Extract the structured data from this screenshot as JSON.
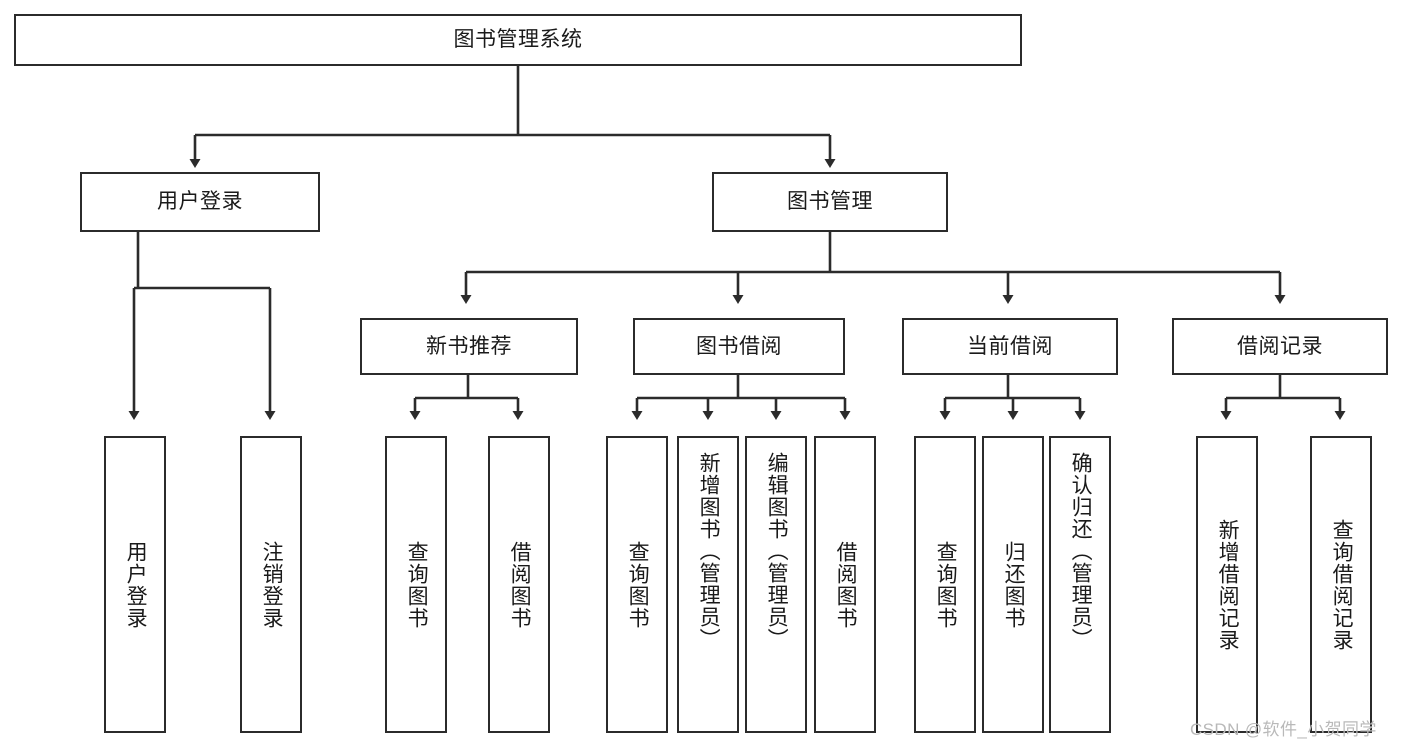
{
  "diagram": {
    "type": "tree",
    "title": "图书管理系统",
    "root": {
      "label": "图书管理系统"
    },
    "level1": [
      {
        "label": "用户登录"
      },
      {
        "label": "图书管理"
      }
    ],
    "level2": [
      {
        "label": "新书推荐"
      },
      {
        "label": "图书借阅"
      },
      {
        "label": "当前借阅"
      },
      {
        "label": "借阅记录"
      }
    ],
    "leaves": {
      "user_login": [
        {
          "label": "用户登录"
        },
        {
          "label": "注销登录"
        }
      ],
      "new_book_recommend": [
        {
          "label": "查询图书"
        },
        {
          "label": "借阅图书"
        }
      ],
      "book_borrow": [
        {
          "label": "查询图书"
        },
        {
          "label": "新增图书（管理员）"
        },
        {
          "label": "编辑图书（管理员）"
        },
        {
          "label": "借阅图书"
        }
      ],
      "current_borrow": [
        {
          "label": "查询图书"
        },
        {
          "label": "归还图书"
        },
        {
          "label": "确认归还（管理员）"
        }
      ],
      "borrow_record": [
        {
          "label": "新增借阅记录"
        },
        {
          "label": "查询借阅记录"
        }
      ]
    }
  },
  "watermark": {
    "text": "CSDN @软件_小贺同学"
  },
  "colors": {
    "stroke": "#2b2b2b",
    "background": "#ffffff",
    "text": "#1a1a1a",
    "watermark": "#b9b9b9"
  }
}
